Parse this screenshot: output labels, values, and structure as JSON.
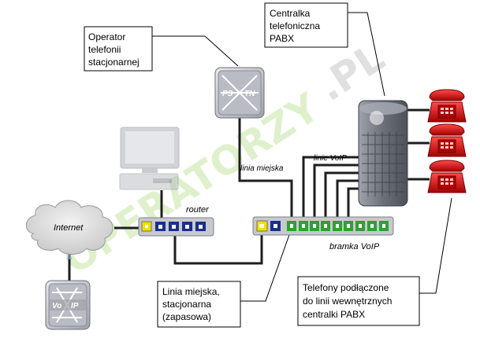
{
  "watermark": {
    "main": "OPERATORZY",
    "suffix": ".PL"
  },
  "callouts": {
    "operator": [
      "Operator",
      "telefonii",
      "stacjonarnej"
    ],
    "pabx": [
      "Centralka",
      "telefoniczna",
      "PABX"
    ],
    "backup_line": [
      "Linia miejska,",
      "stacjonarna",
      "(zapasowa)"
    ],
    "phones": [
      "Telefony podłączone",
      "do linii wewnętrznych",
      "centralki PABX"
    ]
  },
  "labels": {
    "internet": "Internet",
    "router": "router",
    "linia_miejska": "linia miejska",
    "linie_voip": "linie VoIP",
    "bramka": "bramka VoIP"
  },
  "switch_labels": {
    "pstn_left": "PS",
    "pstn_right": "TN",
    "voip_left": "Vo",
    "voip_right": "IP"
  },
  "colors": {
    "phone_red": "#e00000",
    "router_port": "#1a2f8a",
    "gateway_port": "#2fa12f",
    "wire": "#1e1e1e",
    "uplink_port": "#f0e000"
  }
}
